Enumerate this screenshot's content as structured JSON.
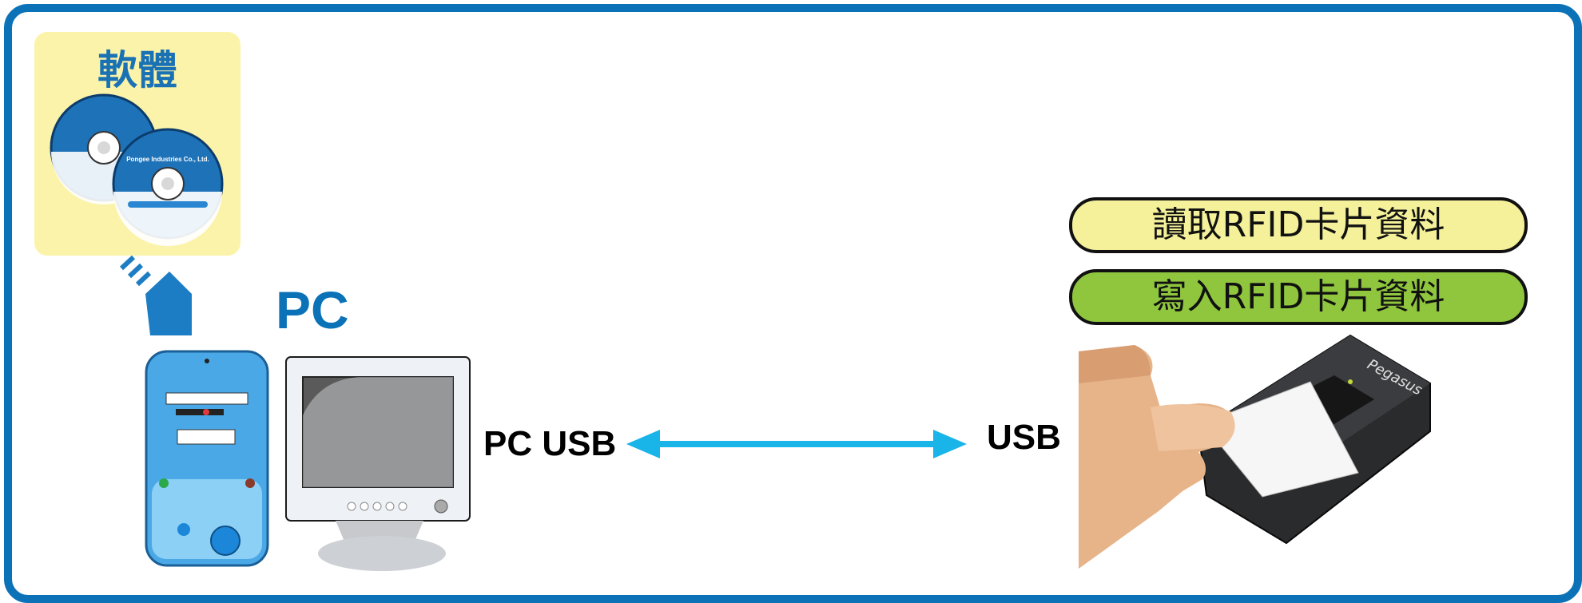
{
  "software": {
    "title": "軟體",
    "disc_company": "Pongee Industries Co., Ltd."
  },
  "pc": {
    "label": "PC"
  },
  "connection": {
    "left_label": "PC USB",
    "right_label": "USB"
  },
  "reader": {
    "brand": "Pegasus"
  },
  "functions": [
    {
      "label": "讀取RFID卡片資料",
      "color": "#f4f19a"
    },
    {
      "label": "寫入RFID卡片資料",
      "color": "#8fc63e"
    }
  ],
  "colors": {
    "frame": "#0b72b8",
    "arrow": "#19b4e8",
    "pc_label": "#0b72b8"
  }
}
